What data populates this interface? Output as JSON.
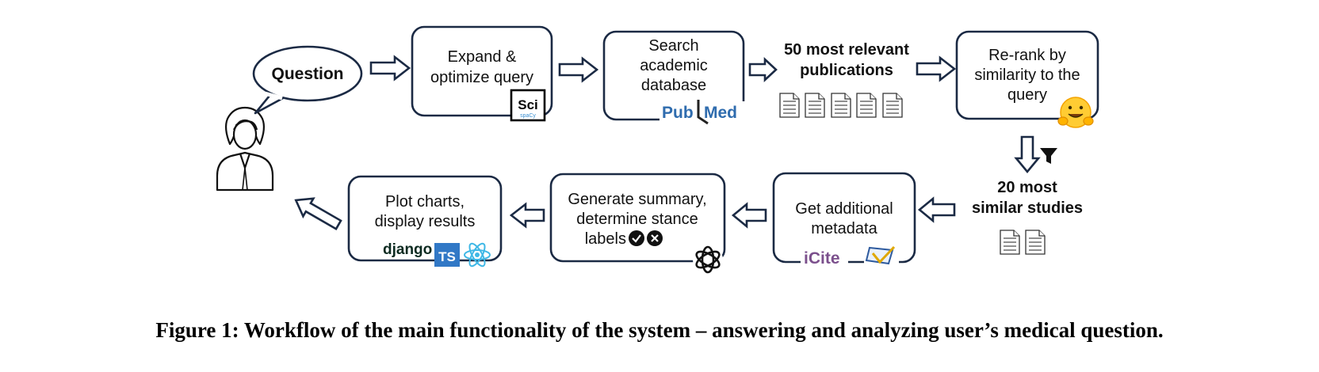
{
  "nodes": {
    "question": {
      "label": "Question"
    },
    "expand": {
      "lines": [
        "Expand &",
        "optimize query"
      ],
      "logo_main": "Sci",
      "logo_sub": "spaCy"
    },
    "search": {
      "lines": [
        "Search",
        "academic",
        "database"
      ],
      "logo_a": "Pub",
      "logo_b": "Med"
    },
    "relevant": {
      "lines": [
        "50 most relevant",
        "publications"
      ]
    },
    "rerank": {
      "lines": [
        "Re-rank by",
        "similarity to the",
        "query"
      ]
    },
    "similar": {
      "lines": [
        "20 most",
        "similar studies"
      ]
    },
    "metadata": {
      "lines": [
        "Get additional",
        "metadata"
      ],
      "logo": "iCite"
    },
    "summary": {
      "lines": [
        "Generate summary,",
        "determine stance",
        "labels"
      ]
    },
    "plot": {
      "lines": [
        "Plot charts,",
        "display results"
      ],
      "logo_django": "django",
      "logo_ts": "TS"
    }
  },
  "icons": {
    "user": "user-icon",
    "hugging_face": "hugging-face-icon",
    "filter": "filter-icon",
    "openai": "openai-icon",
    "react": "react-icon",
    "check": "check-circle-icon",
    "cross": "cross-circle-icon",
    "document": "document-icon"
  },
  "colors": {
    "outline": "#1b2a44",
    "pubmed_blue": "#2f6cae",
    "icite_purple": "#7b4f8c",
    "ts_blue": "#3178c6",
    "react_cyan": "#3fb8e6",
    "hf_yellow": "#ffcc33"
  },
  "caption": "Figure 1: Workflow of the main functionality of the system – answering and analyzing user’s medical question."
}
